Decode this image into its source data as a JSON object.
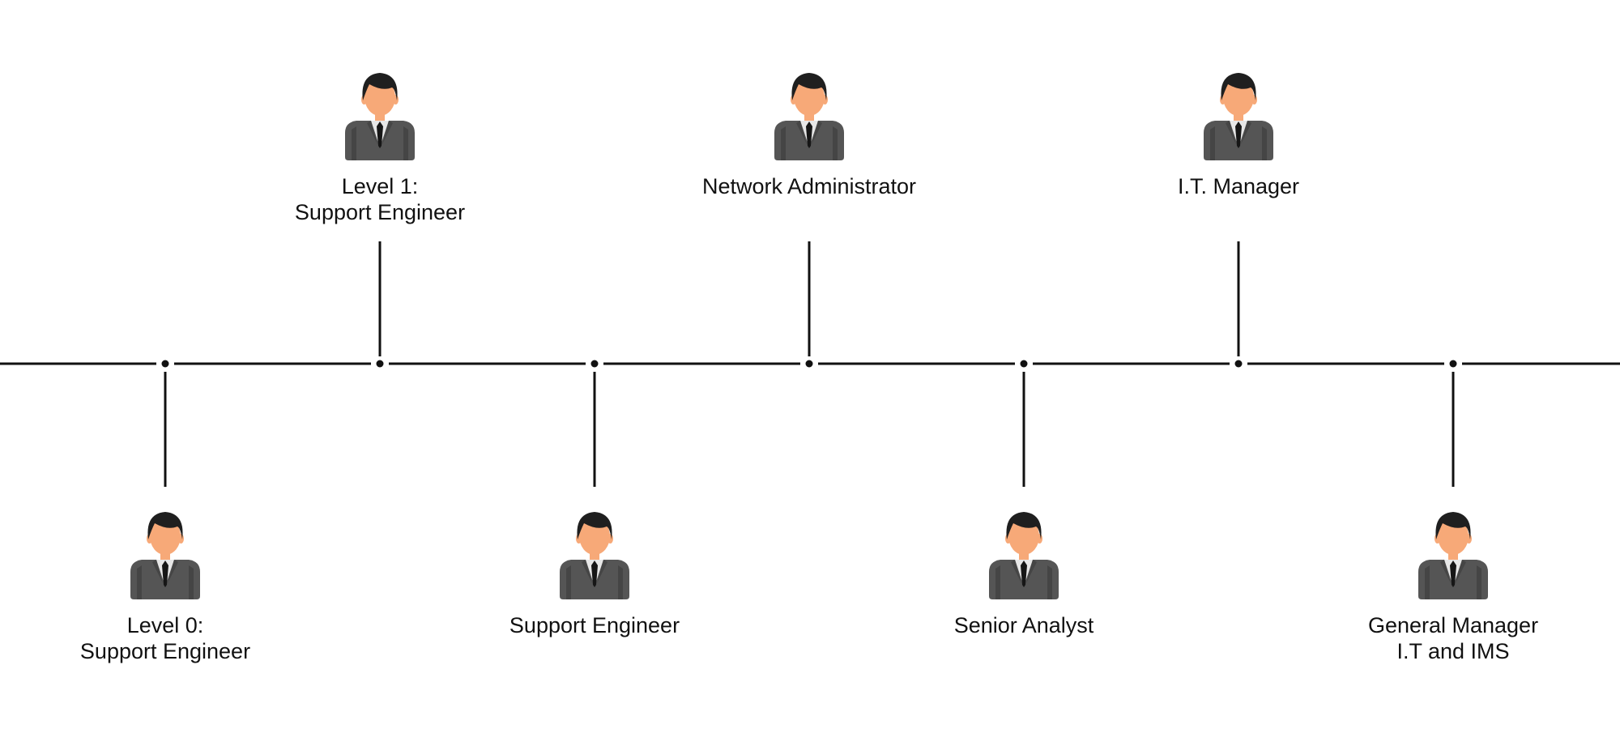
{
  "colors": {
    "background": "#ffffff",
    "line": "#111111",
    "text": "#111111",
    "skin": "#f7a978",
    "hair": "#1f1f1f",
    "suit": "#555555",
    "suit_shadow": "#454545",
    "shirt": "#e7e7e7",
    "tie": "#161616"
  },
  "roles": [
    {
      "icon": "person-icon",
      "position": "bottom",
      "label_lines": [
        "Level 0:",
        "Support Engineer"
      ]
    },
    {
      "icon": "person-icon",
      "position": "top",
      "label_lines": [
        "Level 1:",
        "Support Engineer"
      ]
    },
    {
      "icon": "person-icon",
      "position": "bottom",
      "label_lines": [
        "Support Engineer"
      ]
    },
    {
      "icon": "person-icon",
      "position": "top",
      "label_lines": [
        "Network Administrator"
      ]
    },
    {
      "icon": "person-icon",
      "position": "bottom",
      "label_lines": [
        "Senior Analyst"
      ]
    },
    {
      "icon": "person-icon",
      "position": "top",
      "label_lines": [
        "I.T. Manager"
      ]
    },
    {
      "icon": "person-icon",
      "position": "bottom",
      "label_lines": [
        "General Manager",
        "I.T and IMS"
      ]
    }
  ]
}
